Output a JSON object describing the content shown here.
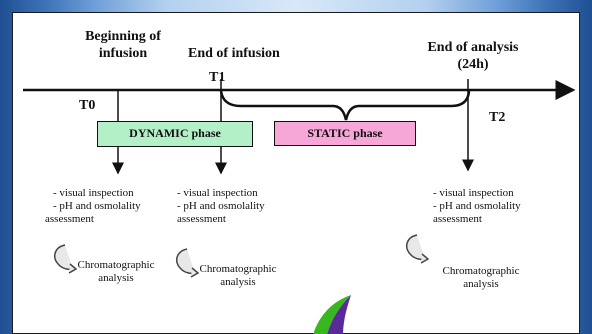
{
  "labels": {
    "beginning": [
      "Beginning of",
      "infusion"
    ],
    "end_infusion": "End of infusion",
    "end_analysis": [
      "End of analysis",
      "(24h)"
    ],
    "t0": "T0",
    "t1": "T1",
    "t2": "T2"
  },
  "phases": {
    "dynamic": {
      "label": "DYNAMIC phase",
      "color": "#b3f0c7"
    },
    "static": {
      "label": "STATIC phase",
      "color": "#f7a6d8"
    }
  },
  "checks": {
    "line1": "- visual inspection",
    "line2": "- pH and osmolality",
    "line3": "assessment"
  },
  "chromatographic": [
    "Chromatographic",
    "analysis"
  ],
  "colors": {
    "background_outer": "#1f4f93",
    "background_inner": "#d9e8f8",
    "logo_green": "#38b81e",
    "logo_purple": "#5a2a9a"
  },
  "icons": [
    "circular-arrow-icon",
    "logo-swoosh-icon"
  ]
}
